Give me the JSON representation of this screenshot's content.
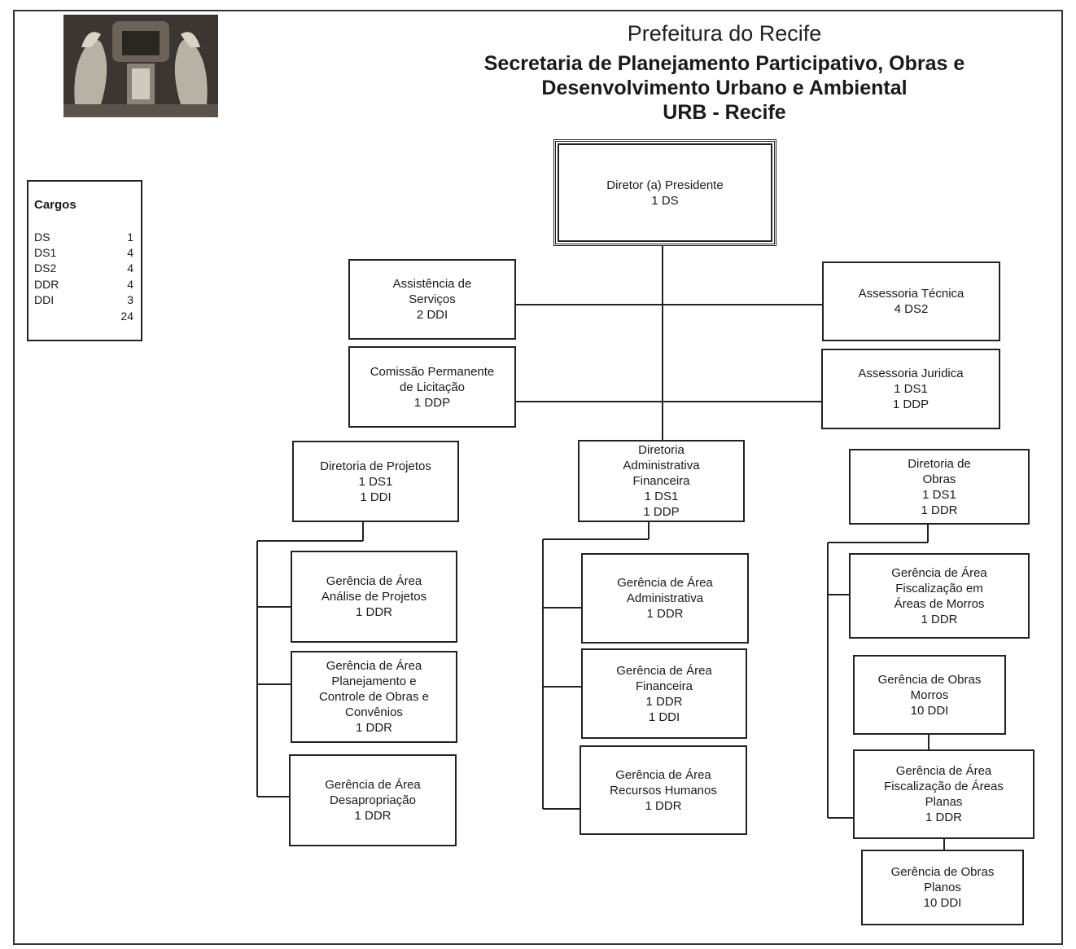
{
  "header": {
    "municipality": "Prefeitura do Recife",
    "secretariat_line1": "Secretaria de Planejamento Participativo, Obras e",
    "secretariat_line2": "Desenvolvimento Urbano e Ambiental",
    "agency": "URB - Recife"
  },
  "legend": {
    "title": "Cargos",
    "rows": [
      {
        "code": "DS",
        "count": "1"
      },
      {
        "code": "DS1",
        "count": "4"
      },
      {
        "code": "DS2",
        "count": "4"
      },
      {
        "code": "DDR",
        "count": "4"
      },
      {
        "code": "DDI",
        "count": "3"
      },
      {
        "code": "",
        "count": "24"
      }
    ]
  },
  "org": {
    "president": {
      "lines": [
        "Diretor (a) Presidente",
        "1 DS"
      ]
    },
    "assist_servicos": {
      "lines": [
        "Assistência de",
        "Serviços",
        "2 DDI"
      ]
    },
    "comissao": {
      "lines": [
        "Comissão Permanente",
        "de Licitação",
        "1 DDP"
      ]
    },
    "assessoria_tecnica": {
      "lines": [
        "Assessoria Técnica",
        "4 DS2"
      ]
    },
    "assessoria_juridica": {
      "lines": [
        "Assessoria Juridica",
        "1 DS1",
        "1 DDP"
      ]
    },
    "dir_projetos": {
      "lines": [
        "Diretoria de Projetos",
        "1 DS1",
        "1 DDI"
      ]
    },
    "dir_admin": {
      "lines": [
        "Diretoria",
        "Administrativa",
        "Financeira",
        "1 DS1",
        "1 DDP"
      ]
    },
    "dir_obras": {
      "lines": [
        "Diretoria de",
        "Obras",
        "1 DS1",
        "1 DDR"
      ]
    },
    "ger_analise": {
      "lines": [
        "Gerência de Área",
        "Análise de Projetos",
        "1 DDR"
      ]
    },
    "ger_planejamento": {
      "lines": [
        "Gerência de Área",
        "Planejamento e",
        "Controle de Obras e",
        "Convênios",
        "1 DDR"
      ]
    },
    "ger_desapropriacao": {
      "lines": [
        "Gerência de Área",
        "Desapropriação",
        "1 DDR"
      ]
    },
    "ger_administrativa": {
      "lines": [
        "Gerência de Área",
        "Administrativa",
        "1 DDR"
      ]
    },
    "ger_financeira": {
      "lines": [
        "Gerência de Área",
        "Financeira",
        "1 DDR",
        "1 DDI"
      ]
    },
    "ger_rh": {
      "lines": [
        "Gerência de Área",
        "Recursos Humanos",
        "1 DDR"
      ]
    },
    "ger_fisc_morros": {
      "lines": [
        "Gerência de Área",
        "Fiscalização em",
        "Áreas de Morros",
        "1 DDR"
      ]
    },
    "ger_obras_morros": {
      "lines": [
        "Gerência de Obras",
        "Morros",
        "10 DDI"
      ]
    },
    "ger_fisc_planas": {
      "lines": [
        "Gerência de Área",
        "Fiscalização de Áreas",
        "Planas",
        "1 DDR"
      ]
    },
    "ger_obras_planos": {
      "lines": [
        "Gerência de Obras",
        "Planos",
        "10 DDI"
      ]
    }
  }
}
